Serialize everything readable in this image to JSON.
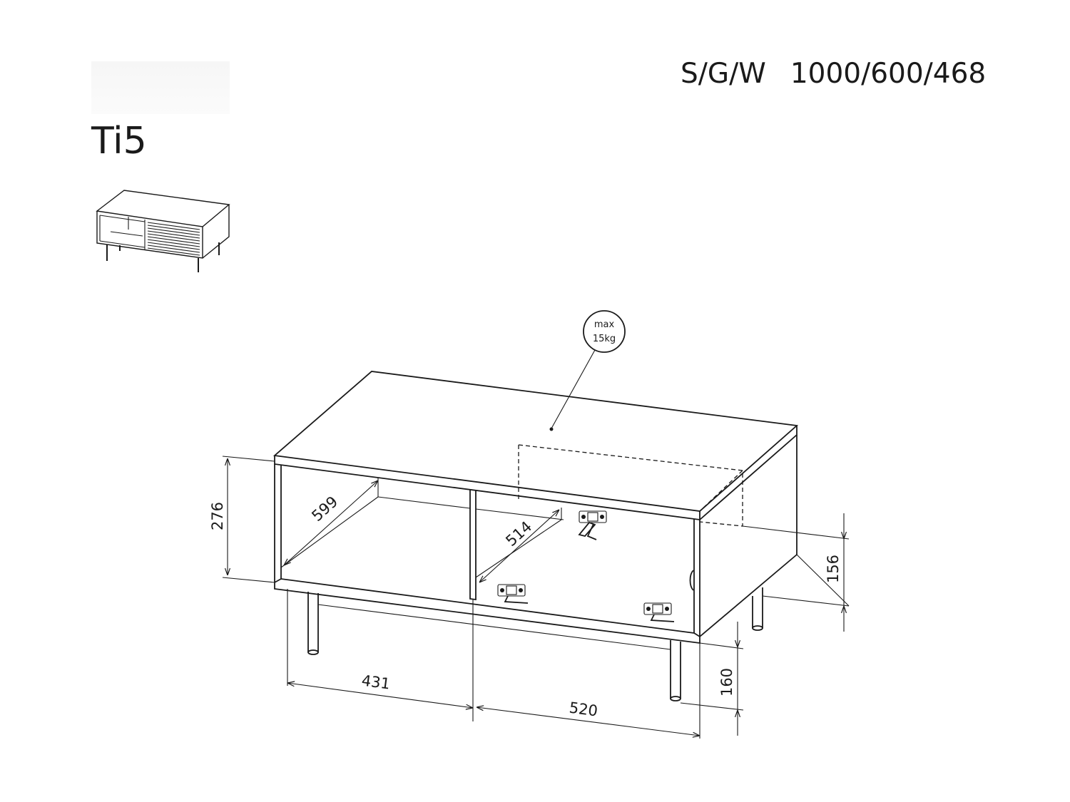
{
  "header": {
    "model": "Ti5",
    "dims_code": "S/G/W",
    "dims_value": "1000/600/468"
  },
  "drawing": {
    "load_label_line1": "max",
    "load_label_line2": "15kg",
    "dimensions": {
      "height_body": "276",
      "depth_left": "599",
      "depth_right": "514",
      "width_left": "431",
      "width_right": "520",
      "height_shelf": "156",
      "leg_height": "160"
    }
  }
}
